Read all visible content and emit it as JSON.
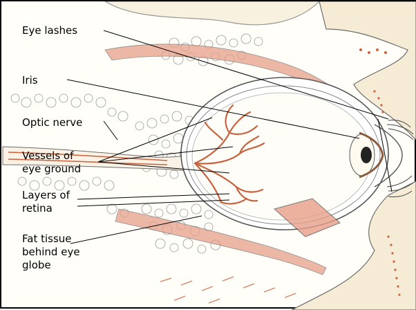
{
  "labels": {
    "eye_lashes": "Eye lashes",
    "iris": "Iris",
    "optic_nerve": "Optic nerve",
    "vessels": [
      "Vessels of",
      "eye ground"
    ],
    "layers": [
      "Layers of",
      "retina"
    ],
    "fat": [
      "Fat tissue",
      "behind eye",
      "globe"
    ]
  },
  "colors": {
    "border": "#000000",
    "label_text": "#000000",
    "leader_line": "#000000",
    "sketch_line": "#6b6b6b",
    "muscle_fill": "#e8a08a",
    "vessel_color": "#c8623e",
    "skin_tone": "#f6ecd6",
    "pupil": "#222222"
  }
}
